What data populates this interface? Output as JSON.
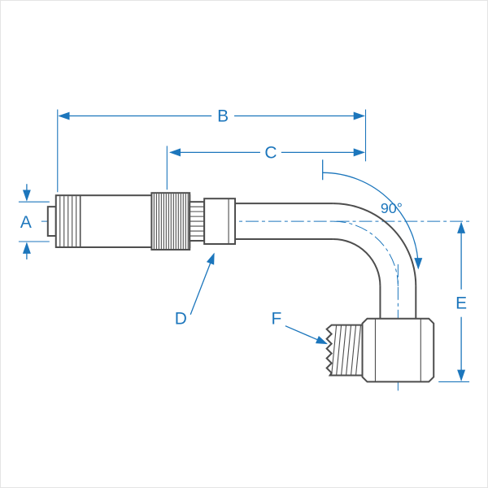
{
  "diagram": {
    "labels": {
      "a": "A",
      "b": "B",
      "c": "C",
      "d": "D",
      "e": "E",
      "f": "F",
      "angle": "90°"
    },
    "colors": {
      "dimension": "#1c76bc",
      "part_outline": "#4d4d4d",
      "background": "#ffffff"
    }
  }
}
